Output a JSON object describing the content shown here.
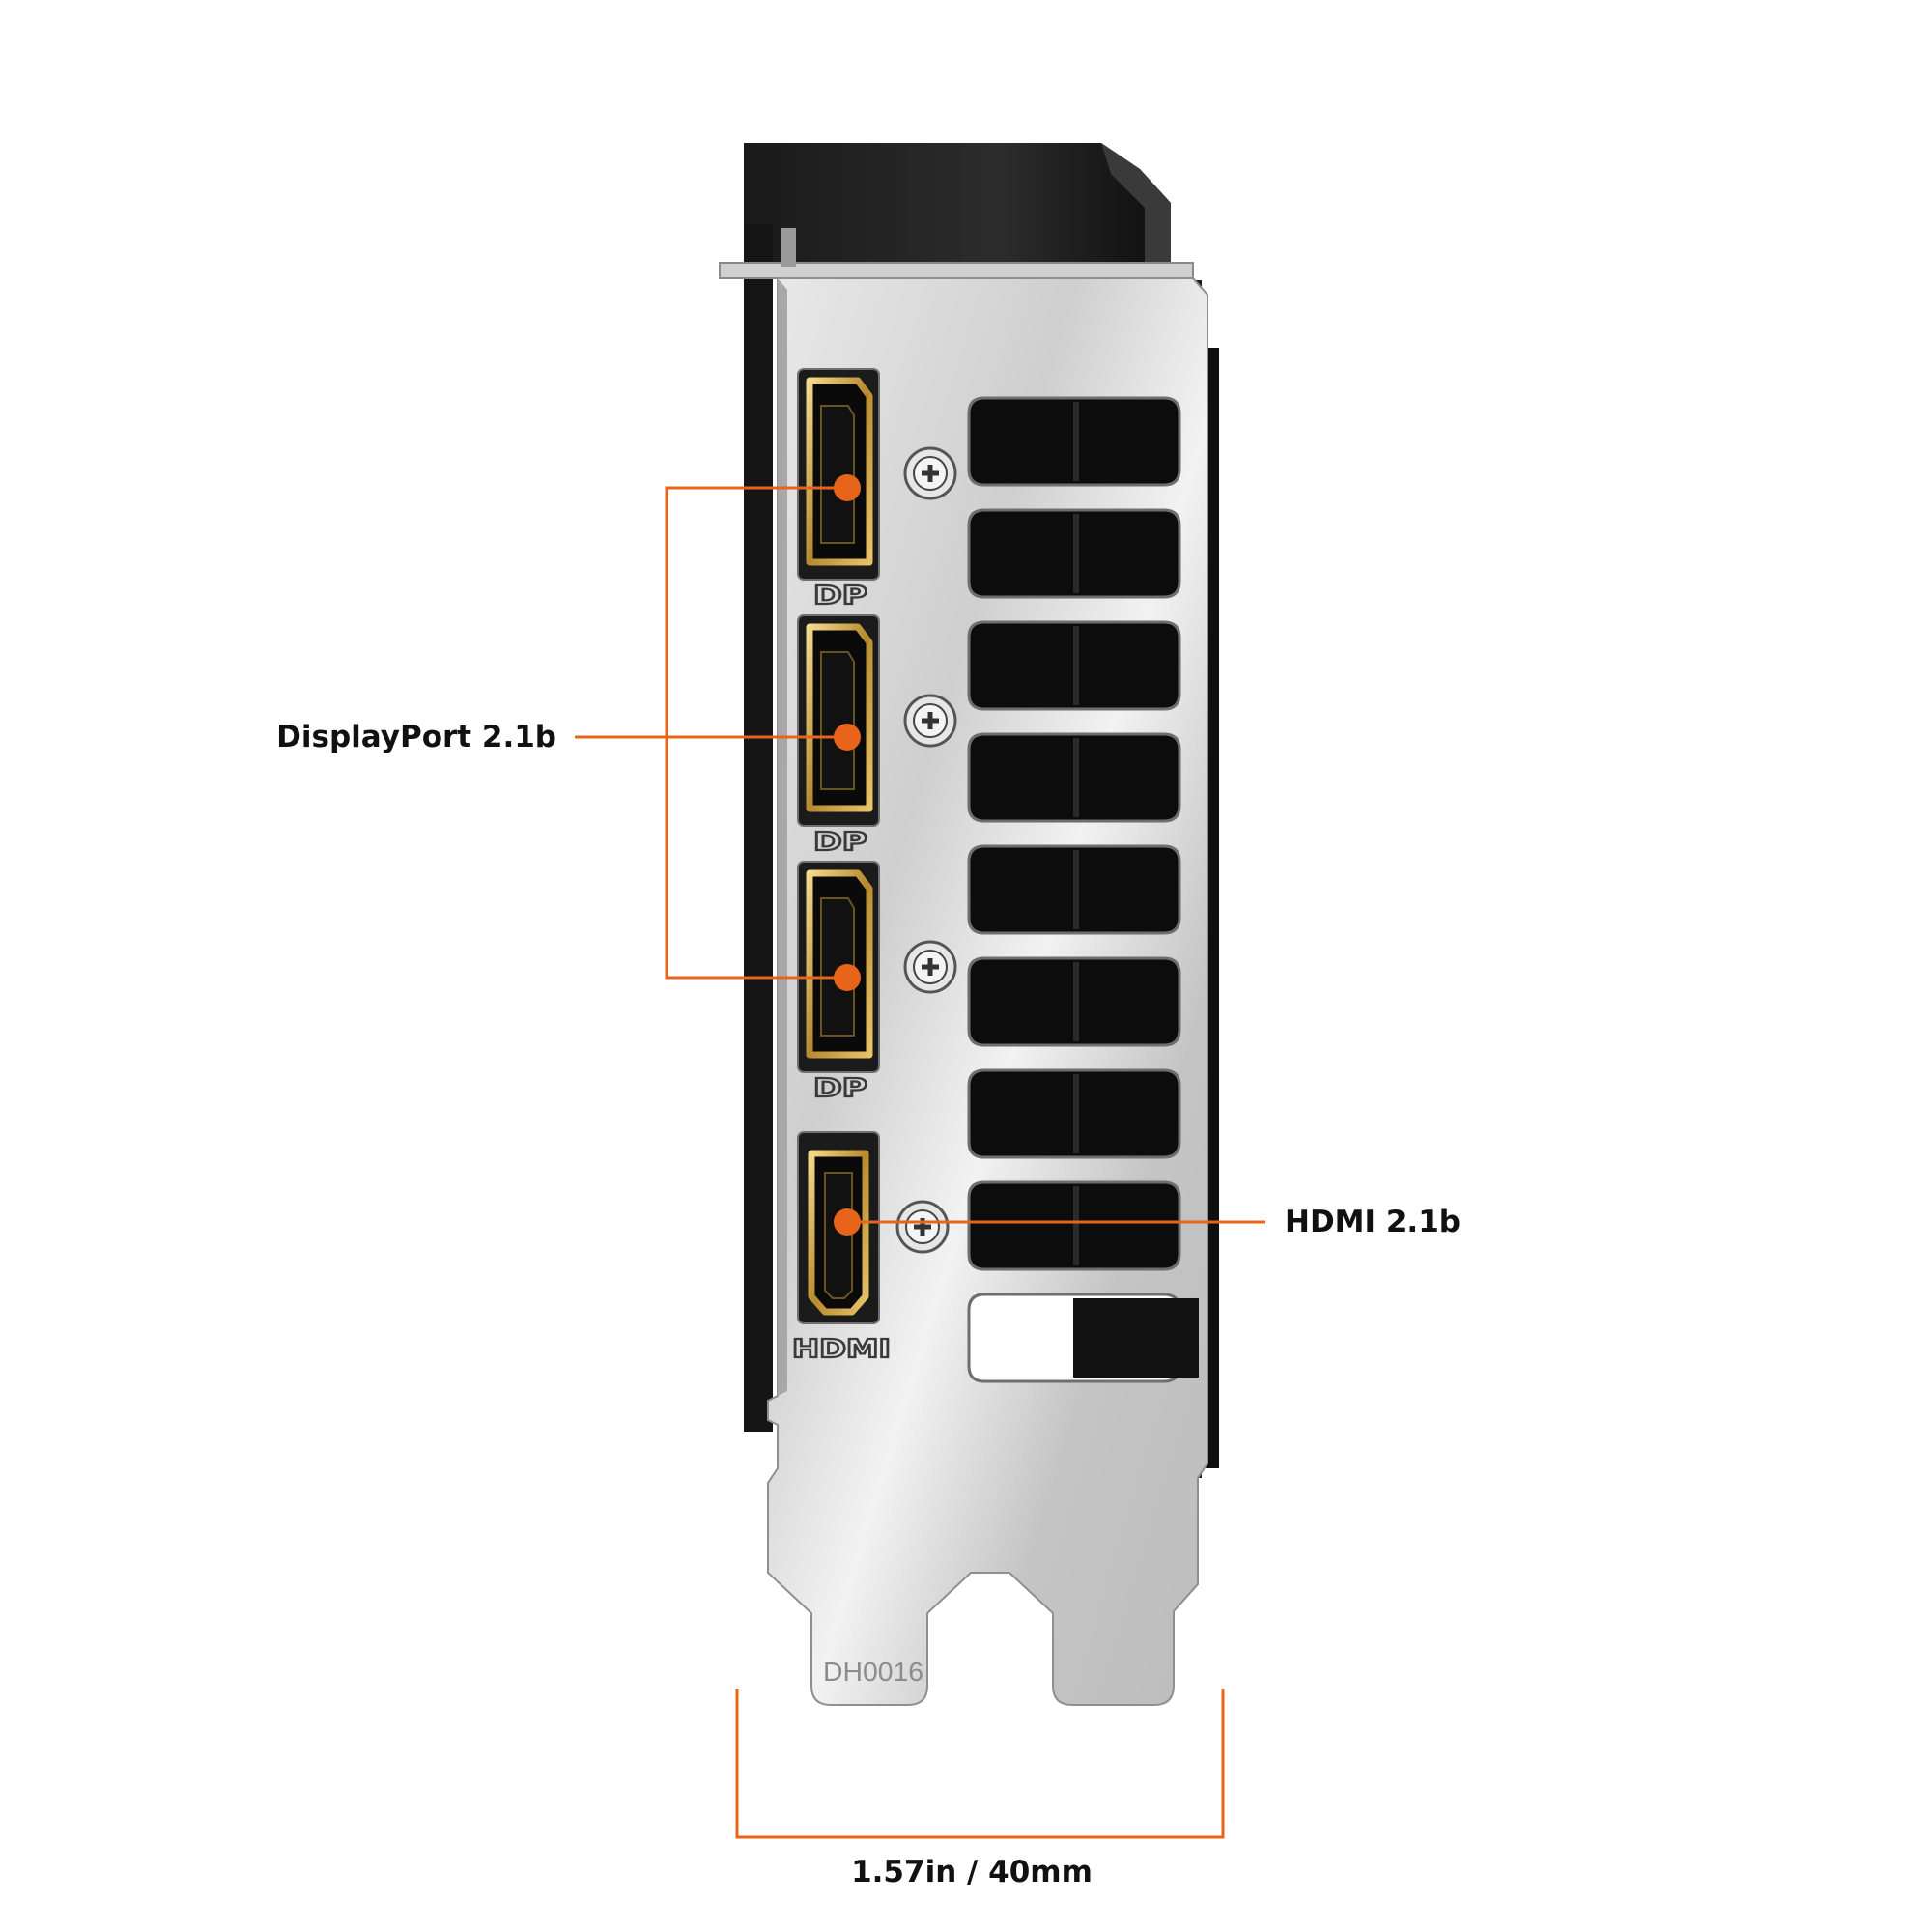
{
  "product": "graphics card I/O bracket",
  "colors": {
    "accent": "#e8641a",
    "bracket": "#c8c8c8",
    "port_gold": "#c9a24a",
    "heatsink": "#141414"
  },
  "callouts": {
    "displayport": "DisplayPort 2.1b",
    "hdmi": "HDMI 2.1b",
    "width": "1.57in / 40mm"
  },
  "ports": {
    "displayport_count": 3,
    "hdmi_count": 1
  },
  "engravings": {
    "dp_labels": [
      "DP",
      "DP",
      "DP"
    ],
    "hdmi_label": "HDMI",
    "part_code": "DH0016"
  },
  "vents": {
    "count": 9
  }
}
